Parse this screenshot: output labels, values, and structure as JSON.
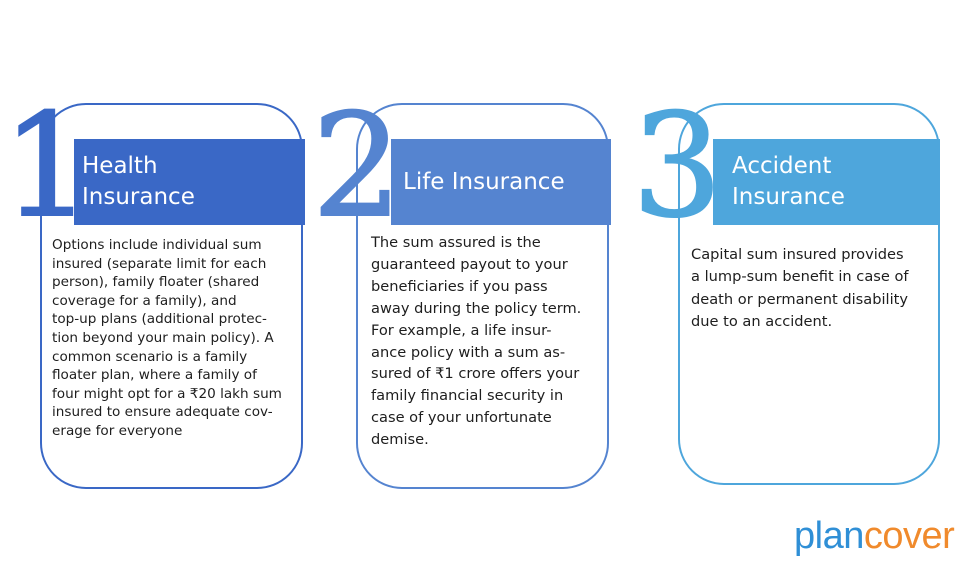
{
  "colors": {
    "card1": "#3a68c6",
    "card2": "#5584d0",
    "card3": "#4ea6dc",
    "logo_plan": "#2f8fd6",
    "logo_cover": "#f08a2c"
  },
  "cards": [
    {
      "number": "1",
      "title": "Health\nInsurance",
      "body": "Options include individual sum\ninsured (separate limit for each\nperson), family floater (shared\ncoverage for a family), and\ntop-up plans (additional protec-\ntion beyond your main policy). A\ncommon scenario is a family\nfloater plan, where a family of\nfour might opt for a ₹20 lakh sum\ninsured to ensure adequate cov-\nerage for everyone"
    },
    {
      "number": "2",
      "title": "Life Insurance",
      "body": "The sum assured is the\nguaranteed payout to your\nbeneficiaries if you pass\naway during the policy term.\nFor example, a life insur-\nance policy with a sum as-\nsured of ₹1 crore offers your\nfamily financial security in\ncase of your unfortunate\ndemise."
    },
    {
      "number": "3",
      "title": "Accident\nInsurance",
      "body": "Capital sum insured provides\na lump-sum benefit in case of\ndeath or permanent disability\ndue to an accident."
    }
  ],
  "logo": {
    "part1": "plan",
    "part2": "cover"
  }
}
